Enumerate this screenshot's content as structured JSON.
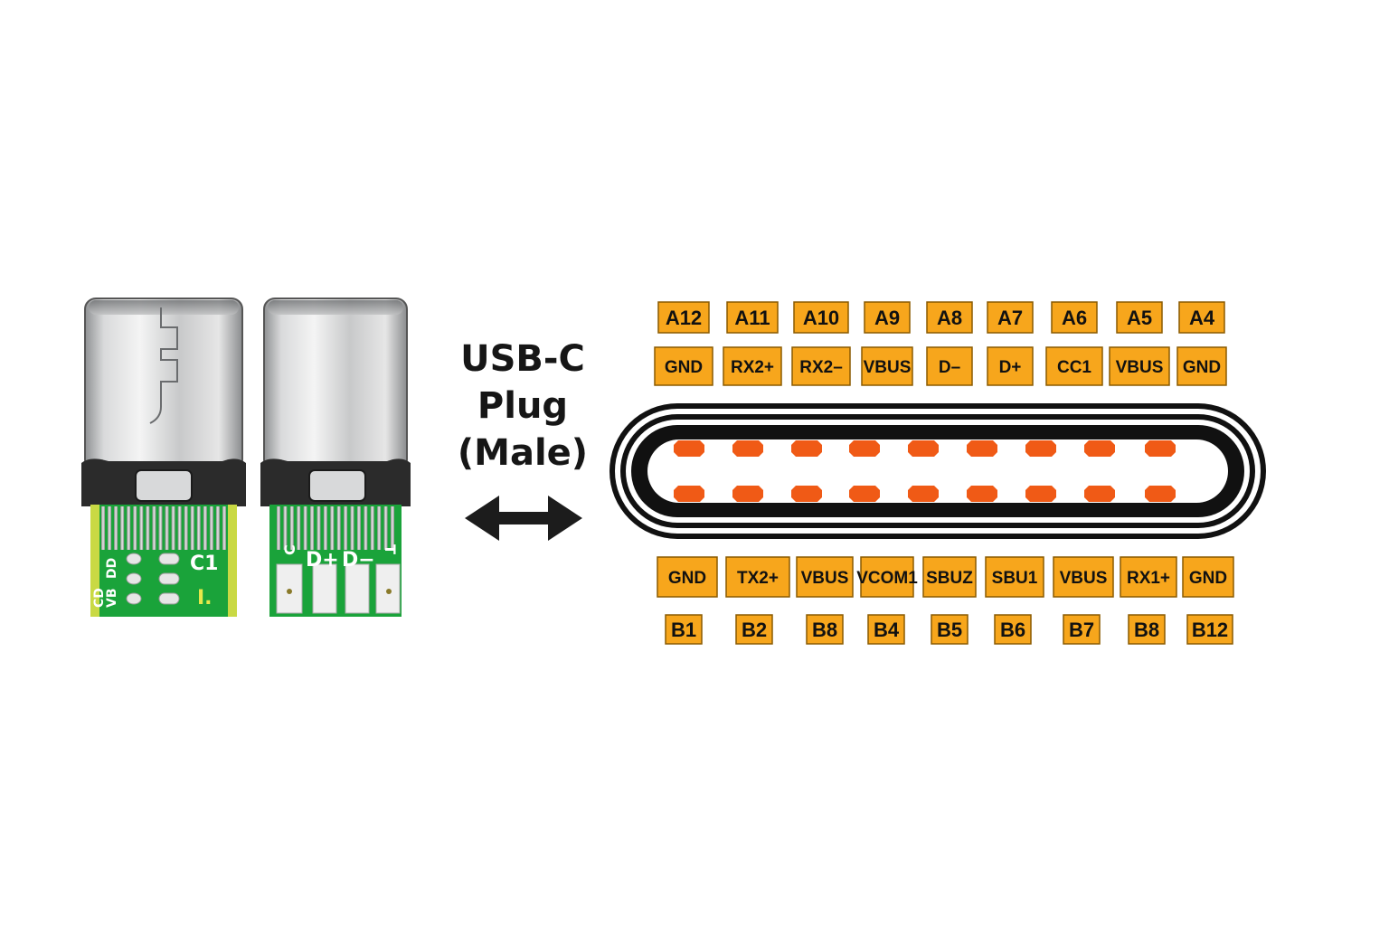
{
  "title": {
    "line1": "USB-C",
    "line2": "Plug",
    "line3": "(Male)"
  },
  "colors": {
    "label_fill": "#f7a61c",
    "label_border": "#8a5a00",
    "contact": "#f05a16",
    "pcb": "#1aa33a",
    "pcb_edge": "#c9d944",
    "shell_dark": "#2b2b2b"
  },
  "top_row": {
    "pins": [
      "A12",
      "A11",
      "A10",
      "A9",
      "A8",
      "A7",
      "A6",
      "A5",
      "A4"
    ],
    "signals": [
      "GND",
      "RX2+",
      "RX2–",
      "VBUS",
      "D–",
      "D+",
      "CC1",
      "VBUS",
      "GND"
    ]
  },
  "bottom_row": {
    "signals": [
      "GND",
      "TX2+",
      "VBUS",
      "VCOM1",
      "SBUZ",
      "SBU1",
      "VBUS",
      "RX1+",
      "GND"
    ],
    "pins": [
      "B1",
      "B2",
      "B8",
      "B4",
      "B5",
      "B6",
      "B7",
      "B8",
      "B12"
    ]
  },
  "left_plug": {
    "silk": {
      "c1": "C1",
      "i": "I.",
      "col1": "CD",
      "col2": "DD",
      "col3": "VB"
    }
  },
  "right_plug": {
    "silk": {
      "c": "C",
      "dp": "D+",
      "dm": "D−",
      "t": "T"
    }
  },
  "icons": {
    "arrow": "double-arrow-icon"
  }
}
